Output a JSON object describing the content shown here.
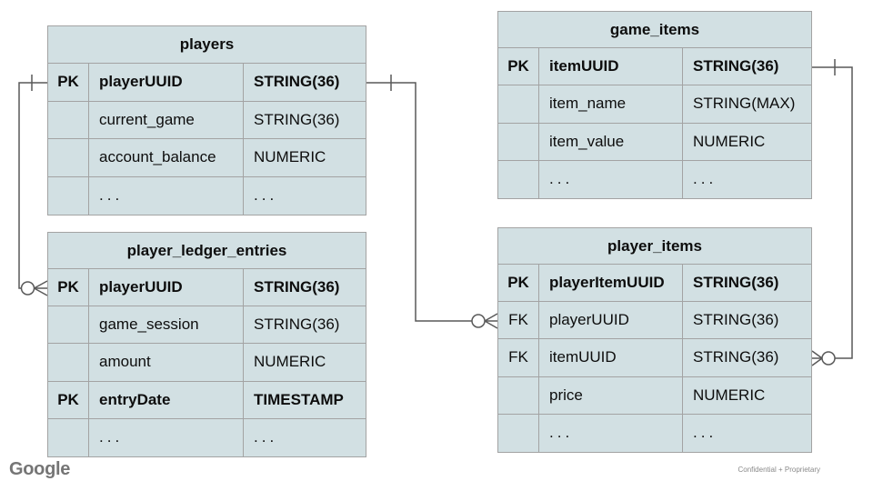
{
  "colors": {
    "table_fill": "#d2e0e3",
    "table_border": "#a3a3a3",
    "connector": "#595959",
    "text": "#0d0d0d",
    "footer_gray": "#757575"
  },
  "footer": {
    "logo_text": "Google",
    "note": "Confidential + Proprietary"
  },
  "tables": [
    {
      "id": "players",
      "title": "players",
      "rows": [
        {
          "key": "PK",
          "name": "playerUUID",
          "type": "STRING(36)"
        },
        {
          "key": "",
          "name": "current_game",
          "type": "STRING(36)"
        },
        {
          "key": "",
          "name": "account_balance",
          "type": "NUMERIC"
        },
        {
          "key": "",
          "name": "...",
          "type": "..."
        }
      ]
    },
    {
      "id": "game_items",
      "title": "game_items",
      "rows": [
        {
          "key": "PK",
          "name": "itemUUID",
          "type": "STRING(36)"
        },
        {
          "key": "",
          "name": "item_name",
          "type": "STRING(MAX)"
        },
        {
          "key": "",
          "name": "item_value",
          "type": "NUMERIC"
        },
        {
          "key": "",
          "name": "...",
          "type": "..."
        }
      ]
    },
    {
      "id": "player_ledger_entries",
      "title": "player_ledger_entries",
      "rows": [
        {
          "key": "PK",
          "name": "playerUUID",
          "type": "STRING(36)"
        },
        {
          "key": "",
          "name": "game_session",
          "type": "STRING(36)"
        },
        {
          "key": "",
          "name": "amount",
          "type": "NUMERIC"
        },
        {
          "key": "PK",
          "name": "entryDate",
          "type": "TIMESTAMP"
        },
        {
          "key": "",
          "name": "...",
          "type": "..."
        }
      ]
    },
    {
      "id": "player_items",
      "title": "player_items",
      "rows": [
        {
          "key": "PK",
          "name": "playerItemUUID",
          "type": "STRING(36)"
        },
        {
          "key": "FK",
          "name": "playerUUID",
          "type": "STRING(36)"
        },
        {
          "key": "FK",
          "name": "itemUUID",
          "type": "STRING(36)"
        },
        {
          "key": "",
          "name": "price",
          "type": "NUMERIC"
        },
        {
          "key": "",
          "name": "...",
          "type": "..."
        }
      ]
    }
  ],
  "relationships": [
    {
      "from": "players.playerUUID",
      "to": "player_ledger_entries.playerUUID",
      "from_cardinality": "one",
      "to_cardinality": "zero-or-many"
    },
    {
      "from": "players.playerUUID",
      "to": "player_items.playerUUID",
      "from_cardinality": "one",
      "to_cardinality": "zero-or-many"
    },
    {
      "from": "game_items.itemUUID",
      "to": "player_items.itemUUID",
      "from_cardinality": "one",
      "to_cardinality": "zero-or-many"
    }
  ]
}
